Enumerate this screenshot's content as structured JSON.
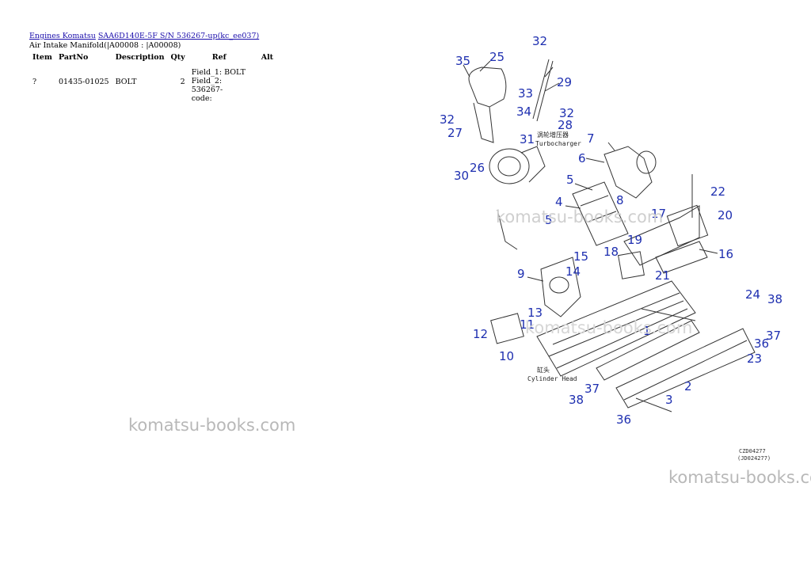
{
  "breadcrumb": [
    {
      "label": "Engines Komatsu"
    },
    {
      "label": "SAA6D140E-5F S/N 536267-up(kc_ee037)"
    }
  ],
  "subtitle": "Air Intake Manifold(|A00008 : |A00008)",
  "table": {
    "headers": [
      "Item",
      "PartNo",
      "Description",
      "Qty",
      "Ref",
      "Alt"
    ],
    "rows": [
      {
        "item": "?",
        "partno": "01435-01025",
        "description": "BOLT",
        "qty": "2",
        "ref": "Field_1: BOLT\nField_2: 536267-\ncode:",
        "alt": ""
      }
    ]
  },
  "watermark": "komatsu-books.com",
  "diagram": {
    "turbocharger_label": "Turbocharger",
    "turbocharger_cn": "涡轮增压器",
    "cylinder_head_label": "Cylinder Head",
    "cylinder_head_cn": "缸头",
    "code_1": "CZD04277",
    "code_2": "(JD024277)",
    "callouts": [
      "32",
      "35",
      "25",
      "29",
      "33",
      "34",
      "32",
      "32",
      "28",
      "27",
      "31",
      "7",
      "6",
      "26",
      "30",
      "5",
      "22",
      "4",
      "8",
      "17",
      "20",
      "5",
      "19",
      "18",
      "16",
      "15",
      "9",
      "14",
      "21",
      "24",
      "38",
      "13",
      "11",
      "1",
      "37",
      "12",
      "36",
      "10",
      "23",
      "37",
      "2",
      "38",
      "3",
      "36"
    ]
  },
  "colors": {
    "link": "#1a0dab",
    "callout": "#1e2fb0",
    "watermark": "#b8b8b8"
  }
}
